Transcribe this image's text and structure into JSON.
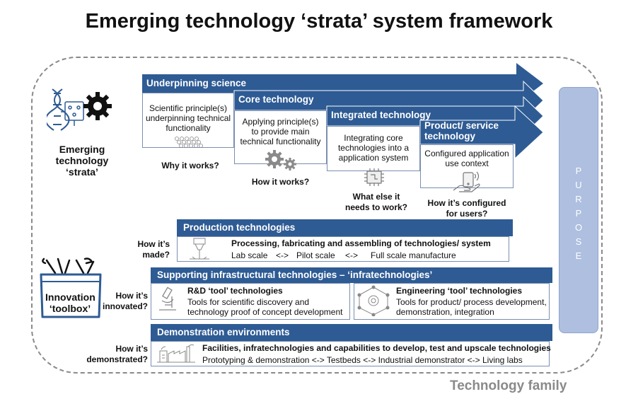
{
  "title": "Emerging technology ‘strata’ system framework",
  "family_label": "Technology family",
  "strata_label_lines": [
    "Emerging",
    "technology",
    "‘strata’"
  ],
  "toolbox_label_lines": [
    "Innovation",
    "‘toolbox’"
  ],
  "purpose_letters": [
    "P",
    "U",
    "R",
    "P",
    "O",
    "S",
    "E"
  ],
  "strata": [
    {
      "title": "Underpinning science",
      "desc_lines": [
        "Scientific principle(s)",
        "underpinning technical",
        "functionality"
      ],
      "question_lines": [
        "Why it works?"
      ],
      "icon": "lattice-icon"
    },
    {
      "title": "Core technology",
      "desc_lines": [
        "Applying principle(s)",
        "to provide main",
        "technical functionality"
      ],
      "question_lines": [
        "How it works?"
      ],
      "icon": "gears-icon"
    },
    {
      "title": "Integrated technology",
      "desc_lines": [
        "Integrating core",
        "technologies into a",
        "application system"
      ],
      "question_lines": [
        "What else it",
        "needs to work?"
      ],
      "icon": "chip-icon"
    },
    {
      "title_lines": [
        "Product/ service",
        "technology"
      ],
      "desc_lines": [
        "Configured application",
        "use context"
      ],
      "question_lines": [
        "How it’s configured",
        "for users?"
      ],
      "icon": "hand-device-icon"
    }
  ],
  "production": {
    "title": "Production technologies",
    "question_lines": [
      "How it’s",
      "made?"
    ],
    "heading": "Processing, fabricating and assembling of technologies/ system",
    "scales": [
      "Lab scale",
      "<->",
      "Pilot scale",
      "<->",
      "Full scale manufacture"
    ],
    "icon": "laser-icon"
  },
  "infra": {
    "title": "Supporting infrastructural technologies – ‘infratechnologies’",
    "question_lines": [
      "How it’s",
      "innovated?"
    ],
    "rd_heading": "R&D ‘tool’ technologies",
    "rd_lines": [
      "Tools for scientific discovery and",
      "technology proof of concept development"
    ],
    "rd_icon": "microscope-icon",
    "eng_heading": "Engineering ‘tool’ technologies",
    "eng_lines": [
      "Tools for product/ process development,",
      "demonstration, integration"
    ],
    "eng_icon": "gear-network-icon"
  },
  "demo": {
    "title": "Demonstration environments",
    "question_lines": [
      "How it’s",
      "demonstrated?"
    ],
    "heading": "Facilities, infratechnologies and capabilities to develop, test and upscale technologies",
    "line": "Prototyping & demonstration <-> Testbeds <-> Industrial demonstrator <-> Living labs",
    "icon": "factory-icon"
  },
  "colors": {
    "band": "#2e5b94",
    "purpose": "#aebfe0",
    "frame": "#8a8a8a"
  }
}
